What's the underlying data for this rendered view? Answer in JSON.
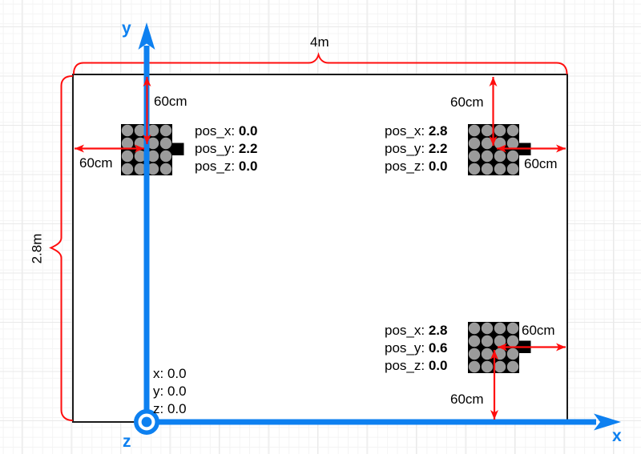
{
  "diagram": {
    "type": "room-coordinate-layout",
    "room": {
      "width_label": "4m",
      "height_label": "2.8m"
    },
    "axes": {
      "x_label": "x",
      "y_label": "y",
      "z_label": "z"
    },
    "origin_readout": {
      "lines": [
        {
          "label": "x:",
          "value": "0.0"
        },
        {
          "label": "y:",
          "value": "0.0"
        },
        {
          "label": "z:",
          "value": "0.0"
        }
      ]
    },
    "robots": [
      {
        "name": "top-left",
        "readout": [
          {
            "label": "pos_x:",
            "value": "0.0"
          },
          {
            "label": "pos_y:",
            "value": "2.2"
          },
          {
            "label": "pos_z:",
            "value": "0.0"
          }
        ],
        "offset_top": "60cm",
        "offset_left": "60cm"
      },
      {
        "name": "top-right",
        "readout": [
          {
            "label": "pos_x:",
            "value": "2.8"
          },
          {
            "label": "pos_y:",
            "value": "2.2"
          },
          {
            "label": "pos_z:",
            "value": "0.0"
          }
        ],
        "offset_top": "60cm",
        "offset_right": "60cm"
      },
      {
        "name": "bottom-right",
        "readout": [
          {
            "label": "pos_x:",
            "value": "2.8"
          },
          {
            "label": "pos_y:",
            "value": "0.6"
          },
          {
            "label": "pos_z:",
            "value": "0.0"
          }
        ],
        "offset_right": "60cm",
        "offset_bottom": "60cm"
      }
    ],
    "colors": {
      "axis_blue": "#0d80f0",
      "dimension_red": "#ff0d0d",
      "robot_body": "#000000",
      "robot_dots": "#9b9b9b",
      "wall_stroke": "#1a1a1a",
      "grid_minor": "#f4f4f4",
      "grid_major": "#e9e9e9"
    }
  }
}
